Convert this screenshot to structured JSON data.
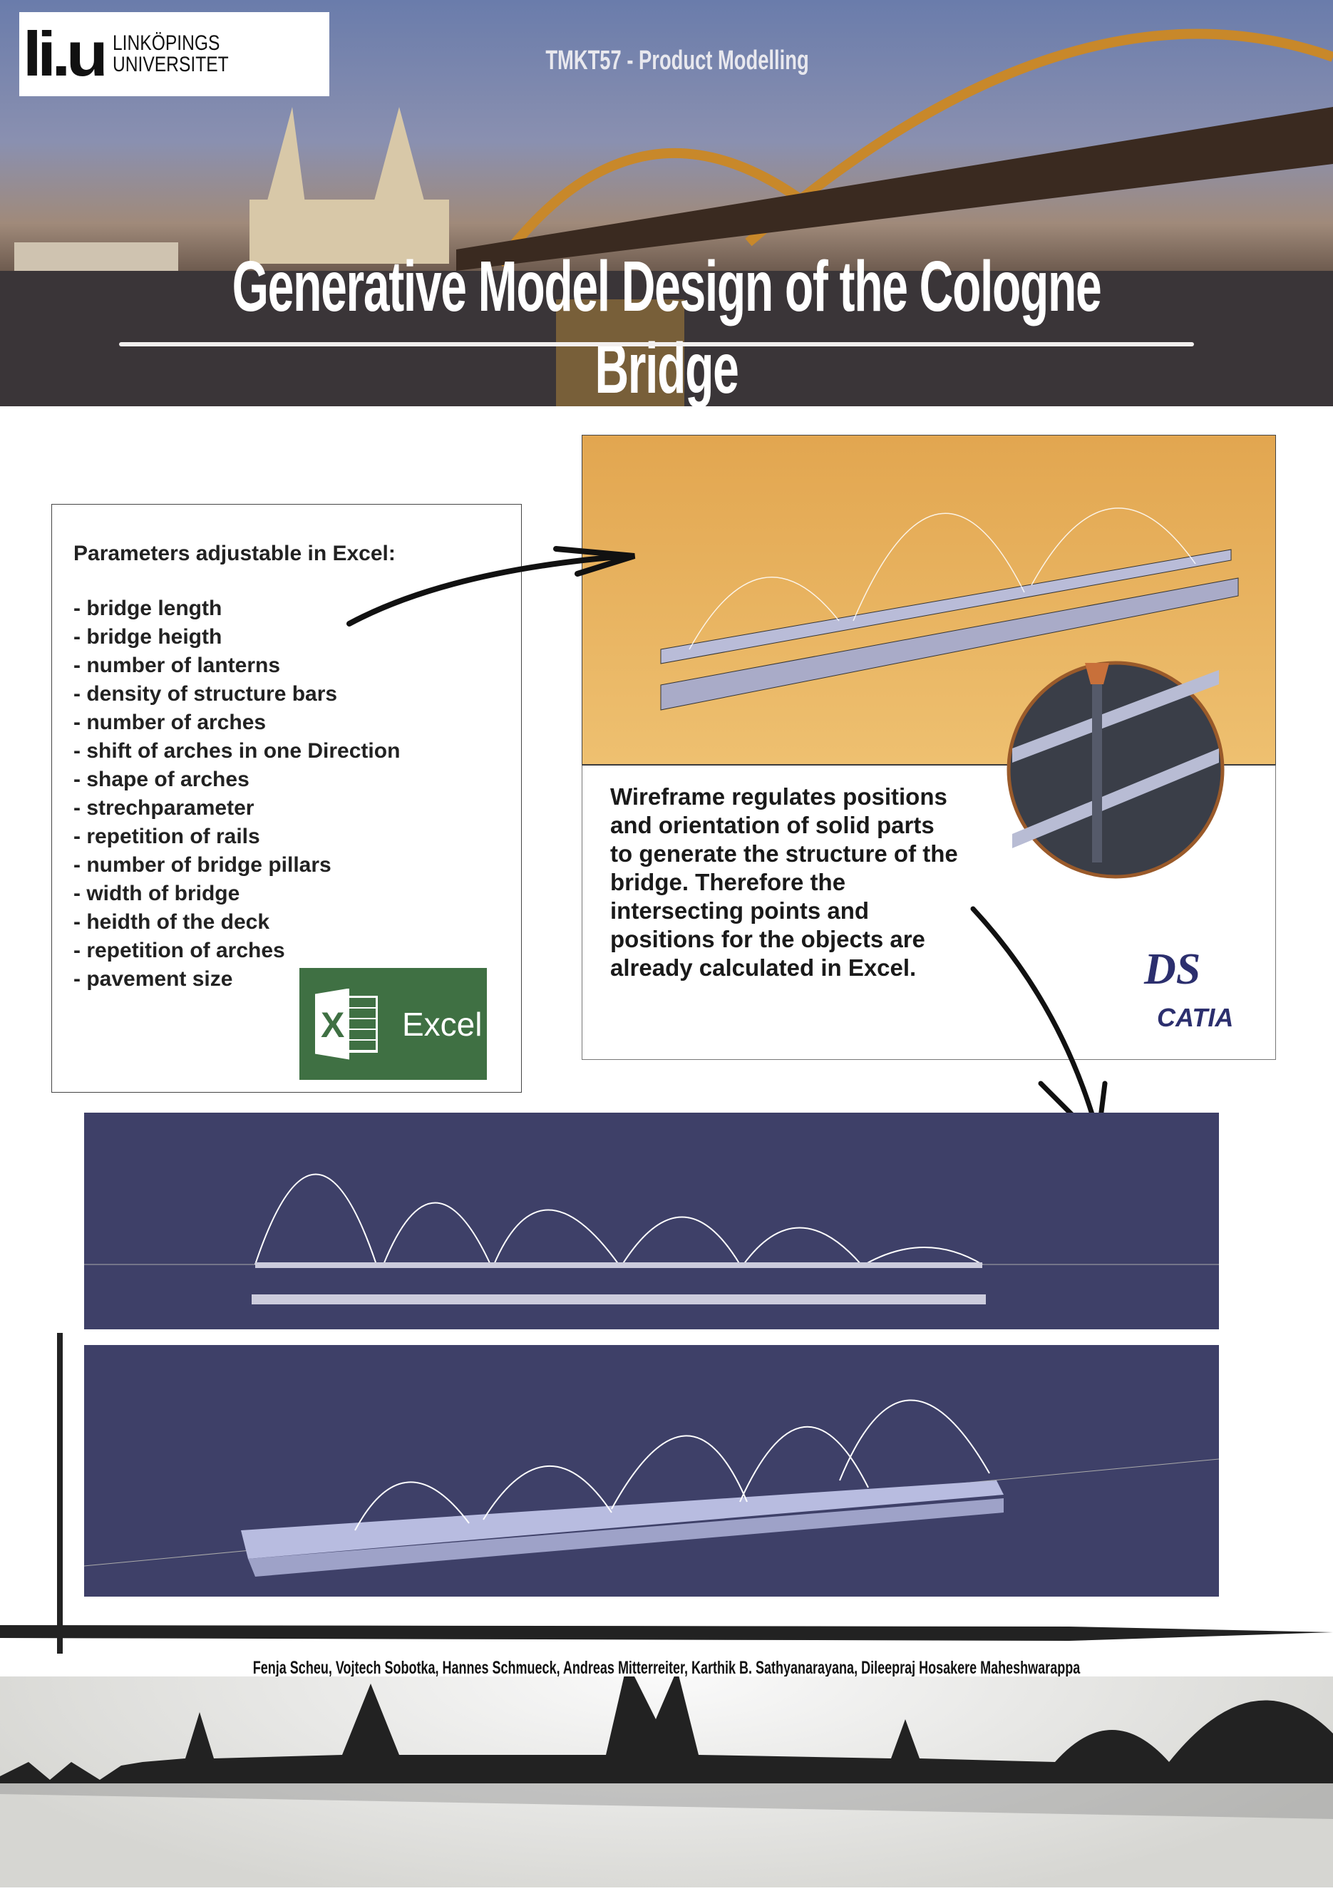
{
  "header": {
    "logo": {
      "mark": "li.u",
      "line1": "LINKÖPINGS",
      "line2": "UNIVERSITET"
    },
    "course": "TMKT57 - Product Modelling",
    "title": "Generative Model Design of the Cologne Bridge"
  },
  "parameters": {
    "heading": "Parameters adjustable in Excel:",
    "items": [
      "- bridge length",
      "- bridge heigth",
      "- number of lanterns",
      "- density of structure bars",
      "- number of arches",
      "- shift of arches in one Direction",
      "- shape of arches",
      "- strechparameter",
      "- repetition of rails",
      "- number of bridge pillars",
      "- width of bridge",
      "- heidth of the deck",
      "- repetition of arches",
      "- pavement size"
    ],
    "excel_logo": {
      "icon_letter": "X",
      "label": "Excel"
    }
  },
  "wireframe": {
    "text": "Wireframe regulates positions and orientation of solid parts to generate the structure of the bridge. Therefore the intersecting points and positions for the objects are already calculated in Excel."
  },
  "catia_logo": {
    "mark": "DS",
    "label": "CATIA"
  },
  "authors": "Fenja Scheu, Vojtech Sobotka, Hannes Schmueck, Andreas Mitterreiter, Karthik B. Sathyanarayana, Dileepraj Hosakere Maheshwarappa",
  "colors": {
    "excel": "#3f7043",
    "panel": "#3e4068",
    "render_bg": "#e8b25a",
    "circle_border": "#9a5a2a"
  }
}
